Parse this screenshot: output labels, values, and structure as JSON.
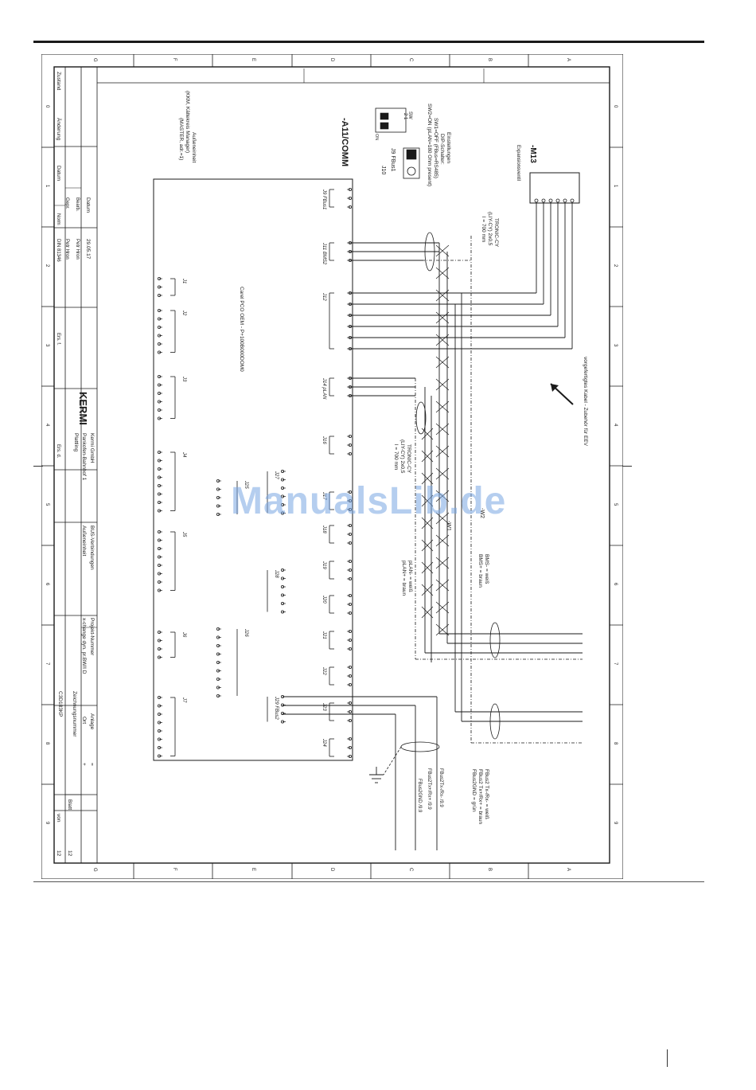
{
  "frame": {
    "row_letters": [
      "G",
      "F",
      "E",
      "D",
      "C",
      "B",
      "A"
    ],
    "col_numbers": [
      "0",
      "1",
      "2",
      "3",
      "4",
      "5",
      "6",
      "7",
      "8",
      "9"
    ]
  },
  "title_block": {
    "zustand": "Zustand",
    "aenderung": "Änderung",
    "datum_col": "Datum",
    "datum_label": "Datum",
    "datum_value": "29.05.17",
    "bearb_label": "Bearb.",
    "bearb_value": "Petr Hron",
    "gepr_label": "Gepr.",
    "gepr_value": "Petr Hron",
    "norm_label": "Norm",
    "norm_value": "DIN 81346",
    "ers_f": "Ers. f.",
    "ers_d": "Ers. d.",
    "logo": "KERMI",
    "company_1": "Kermi GmbH",
    "company_2": "Pankofen-Bahnhof 1",
    "company_3": "Plattling",
    "title_1": "BUS-Verbindungen",
    "title_2": "Außeneinheit",
    "projekt_label": "Projekt-Nummer",
    "projekt_value": "x-change dyn. pr.BW/I D",
    "zeichnung_label": "Zeichnungsnummer",
    "zeichnung_value": "C3D183KP",
    "anlage_label": "Anlage",
    "anlage_value": "=",
    "ort_label": "Ort",
    "ort_value": "+",
    "blatt_label": "Blatt",
    "blatt_value": "12",
    "von_label": "von",
    "von_value": "12"
  },
  "diagram": {
    "a11_label": "-A11/COMM",
    "dip_title": "Einstellungen",
    "dip_sub": "DIP-Schalter:",
    "dip_line1": "SW1=OFF (FBus=RS485)",
    "dip_line2": "SW2=ON (pLAN=180 Ohm present)",
    "dip_sw": "SW",
    "dip_nums": "2  1",
    "dip_on": "ON",
    "j9_small": "J9 FBus1",
    "j10_small": "J10",
    "m13_label": "-M13",
    "m13_sub": "Expansionsventil",
    "cable1_1": "TRONIC-CY",
    "cable1_2": "(LIY-CY) 2x0,5",
    "cable1_3": "l = 700 mm",
    "cable2_1": "TRONIC-CY",
    "cable2_2": "(LIY-CY) 2x0,5",
    "cable2_3": "l = 700 mm",
    "eev_note": "vorgefertigtes Kabel - Zubehör für EEV",
    "w1": "-W1",
    "w2": "-W2",
    "bms_1": "BMS- = weiß",
    "bms_2": "BMS+ = braun",
    "plan_1": "pLAN- = weiß",
    "plan_2": "pLAN+ = braun",
    "fbus_legend_1": "FBus2 Tx-/Rx- = weiß",
    "fbus_legend_2": "FBus2 Tx+/Rx+ = braun",
    "fbus_legend_3": "FBus2GND = grün",
    "fbus_rx_minus": "FBus2Tx-/Rx- /9.9",
    "fbus_rx_plus": "FBus2Tx+/Rx+ /9.9",
    "fbus_gnd": "FBus2GND /9.9",
    "outdoor_1": "Außeneinheit",
    "outdoor_2": "(KKM, Kältekreis Manager)",
    "outdoor_3": "(MASTER, adr.=1)",
    "carel": "Carel PCO OEM - P+100B000DOM0",
    "j9": "J9 FBus1",
    "j11": "J11 BMS2",
    "j12": "J12",
    "j14": "J14 pLAN",
    "j16": "J16",
    "j17": "J17",
    "j18": "J18",
    "j19": "J19",
    "j20": "J20",
    "j21": "J21",
    "j22": "J22",
    "j23": "J23",
    "j24": "J24",
    "j25": "J25",
    "j26": "J26",
    "j27": "J27",
    "j28": "J28",
    "j29": "J29 FBus2",
    "j1": "J1",
    "j2": "J2",
    "j3": "J3",
    "j4": "J4",
    "j5": "J5",
    "j6": "J6",
    "j7": "J7"
  },
  "watermark": "ManualsLib.de",
  "colors": {
    "ink": "#1a1a1a",
    "carel_red": "#8b1a1a",
    "watermark": "#78a5e1"
  }
}
